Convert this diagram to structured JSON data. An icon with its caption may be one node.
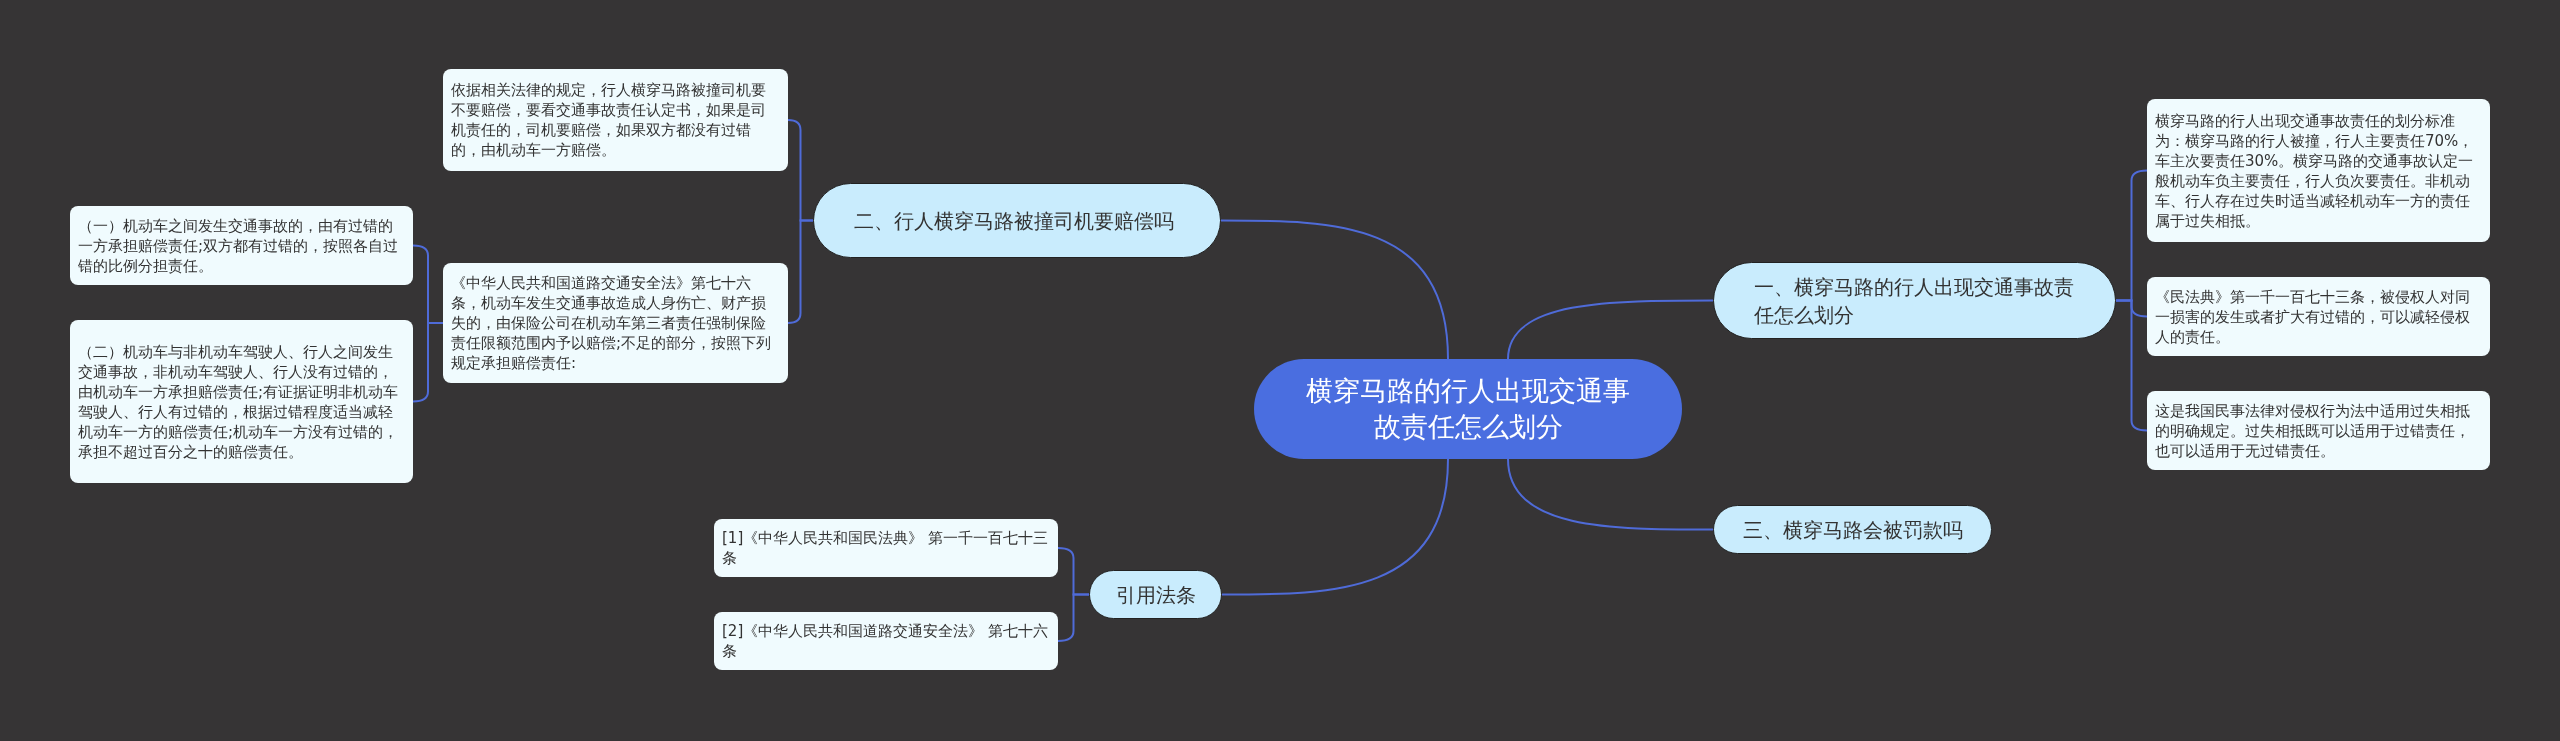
{
  "diagram": {
    "nodes": [
      {
        "text": [
          "横穿马路的行人出现交通事故责任怎么划分"
        ]
      },
      {
        "text": [
          "二、行人横穿马路被撞司机要赔偿吗"
        ]
      },
      {
        "text": [
          "依据相关法律的规定，行人横穿马路被撞司机要不要赔偿，要看交通事故责任认定书，如果是司机责任的，司机要赔偿，如果双方都没有过错的，由机动车一方赔偿。"
        ]
      },
      {
        "text": [
          "《中华人民共和国道路交通安全法》第七十六条，机动车发生交通事故造成人身伤亡、财产损失的，由保险公司在机动车第三者责任强制保险责任限额范围内予以赔偿;不足的部分，按照下列规定承担赔偿责任:"
        ]
      },
      {
        "text": [
          "（一）机动车之间发生交通事故的，由有过错的一方承担赔偿责任;双方都有过错的，按照各自过错的比例分担责任。"
        ]
      },
      {
        "text": [
          "（二）机动车与非机动车驾驶人、行人之间发生交通事故，非机动车驾驶人、行人没有过错的，由机动车一方承担赔偿责任;有证据证明非机动车驾驶人、行人有过错的，根据过错程度适当减轻机动车一方的赔偿责任;机动车一方没有过错的，承担不超过百分之十的赔偿责任。"
        ]
      },
      {
        "text": [
          "一、横穿马路的行人出现交通事故责任怎么划分"
        ]
      },
      {
        "text": [
          "横穿马路的行人出现交通事故责任的划分标准为：横穿马路的行人被撞，行人主要责任70%，车主次要责任30%。横穿马路的交通事故认定一般机动车负主要责任，行人负次要责任。非机动车、行人存在过失时适当减轻机动车一方的责任属于过失相抵。"
        ]
      },
      {
        "text": [
          "《民法典》第一千一百七十三条，被侵权人对同一损害的发生或者扩大有过错的，可以减轻侵权人的责任。"
        ]
      },
      {
        "text": [
          "这是我国民事法律对侵权行为法中适用过失相抵的明确规定。过失相抵既可以适用于过错责任，也可以适用于无过错责任。"
        ]
      },
      {
        "text": [
          "三、横穿马路会被罚款吗"
        ]
      },
      {
        "text": [
          "引用法条"
        ]
      },
      {
        "text": [
          "[1]《中华人民共和国民法典》 第一千一百七十三条"
        ]
      },
      {
        "text": [
          "[2]《中华人民共和国道路交通安全法》 第七十六条"
        ]
      }
    ],
    "edges": [
      {
        "from": 0,
        "to": 1,
        "arrow": "none"
      },
      {
        "from": 1,
        "to": 2,
        "arrow": "none"
      },
      {
        "from": 1,
        "to": 3,
        "arrow": "none"
      },
      {
        "from": 3,
        "to": 4,
        "arrow": "none"
      },
      {
        "from": 3,
        "to": 5,
        "arrow": "none"
      },
      {
        "from": 0,
        "to": 6,
        "arrow": "none"
      },
      {
        "from": 6,
        "to": 7,
        "arrow": "none"
      },
      {
        "from": 6,
        "to": 8,
        "arrow": "none"
      },
      {
        "from": 6,
        "to": 9,
        "arrow": "none"
      },
      {
        "from": 0,
        "to": 10,
        "arrow": "none"
      },
      {
        "from": 0,
        "to": 11,
        "arrow": "none"
      },
      {
        "from": 11,
        "to": 12,
        "arrow": "none"
      },
      {
        "from": 11,
        "to": 13,
        "arrow": "none"
      }
    ]
  }
}
